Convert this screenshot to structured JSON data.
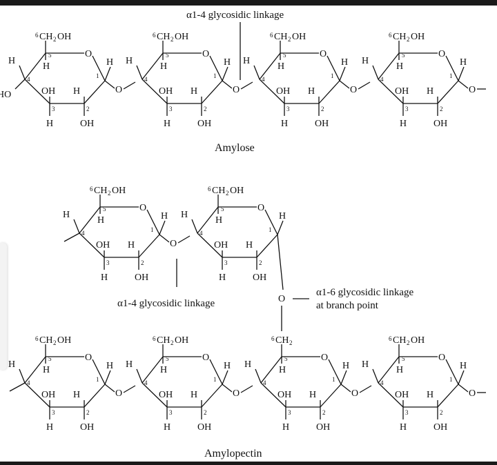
{
  "amylose": {
    "title": "Amylose",
    "linkage_label": "α1-4 glycosidic linkage"
  },
  "amylopectin": {
    "title": "Amylopectin",
    "linkage_a14_label": "α1-4 glycosidic linkage",
    "linkage_a16_line1": "α1-6 glycosidic linkage",
    "linkage_a16_line2": "at branch point"
  },
  "atoms": {
    "ch2oh_c": "CH",
    "ch2oh_sub": "2",
    "ch2oh_oh": "OH",
    "ch2_c": "CH",
    "ch2_sub": "2",
    "six": "6",
    "ring_o": "O",
    "link_o": "O",
    "h": "H",
    "ho": "HO",
    "oh": "OH",
    "c1": "1",
    "c2": "2",
    "c3": "3",
    "c4": "4",
    "c5": "5"
  },
  "colors": {
    "line": "#111111",
    "background": "#ffffff",
    "frame": "#1a1a1a"
  }
}
